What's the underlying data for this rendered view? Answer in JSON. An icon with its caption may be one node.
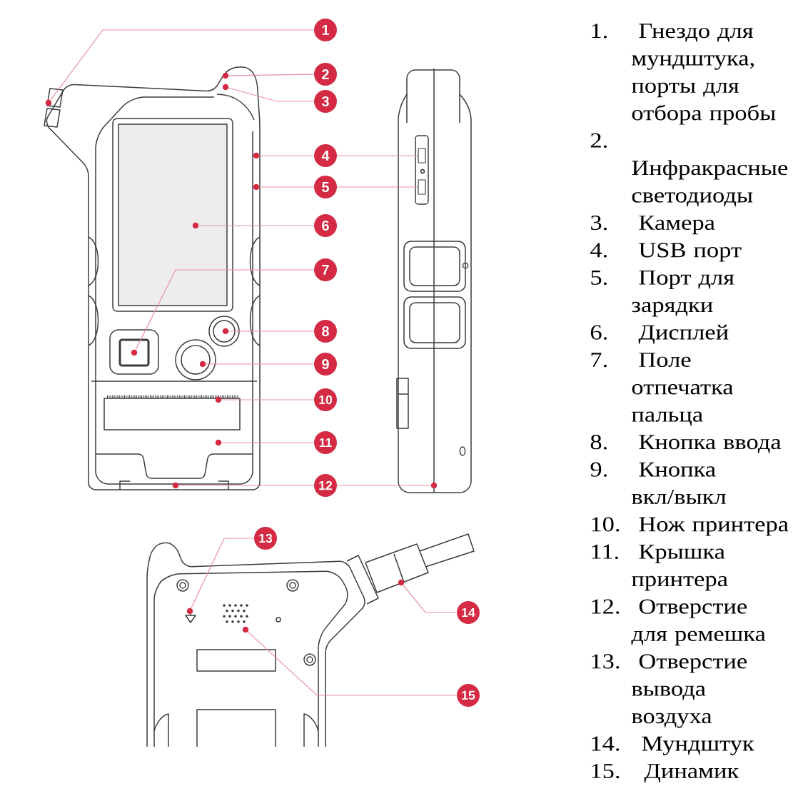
{
  "diagram": {
    "nodes": [
      {
        "text": [
          "1"
        ]
      },
      {
        "text": [
          "2"
        ]
      },
      {
        "text": [
          "3"
        ]
      },
      {
        "text": [
          "4"
        ]
      },
      {
        "text": [
          "5"
        ]
      },
      {
        "text": [
          "6"
        ]
      },
      {
        "text": [
          "7"
        ]
      },
      {
        "text": [
          "8"
        ]
      },
      {
        "text": [
          "9"
        ]
      },
      {
        "text": [
          "10"
        ]
      },
      {
        "text": [
          "11"
        ]
      },
      {
        "text": [
          "12"
        ]
      },
      {
        "text": [
          "13"
        ]
      },
      {
        "text": [
          "14"
        ]
      },
      {
        "text": [
          "15"
        ]
      },
      {
        "text": [],
        "shape": "circle"
      },
      {
        "text": [],
        "shape": "circle"
      },
      {
        "text": [],
        "shape": "circle"
      },
      {
        "text": [],
        "shape": "circle"
      },
      {
        "text": [],
        "shape": "circle"
      },
      {
        "text": [],
        "shape": "circle"
      },
      {
        "text": [],
        "shape": "circle"
      },
      {
        "text": [],
        "shape": "circle"
      },
      {
        "text": [],
        "shape": "circle"
      },
      {
        "text": [],
        "shape": "circle"
      },
      {
        "text": [],
        "shape": "circle"
      },
      {
        "text": [],
        "shape": "circle"
      },
      {
        "text": [],
        "shape": "circle"
      },
      {
        "text": [],
        "shape": "circle"
      },
      {
        "text": [],
        "shape": "circle"
      },
      {
        "text": [],
        "shape": "circle"
      },
      {
        "text": [],
        "shape": "box"
      },
      {
        "text": [],
        "shape": "box"
      }
    ],
    "edges": [
      {
        "from": 0,
        "to": 15,
        "arrow": "none"
      },
      {
        "from": 1,
        "to": 16,
        "arrow": "none"
      },
      {
        "from": 2,
        "to": 17,
        "arrow": "none"
      },
      {
        "from": 3,
        "to": 18,
        "arrow": "none"
      },
      {
        "from": 3,
        "to": 31,
        "arrow": "none"
      },
      {
        "from": 4,
        "to": 19,
        "arrow": "none"
      },
      {
        "from": 4,
        "to": 32,
        "arrow": "none"
      },
      {
        "from": 5,
        "to": 20,
        "arrow": "none"
      },
      {
        "from": 6,
        "to": 21,
        "arrow": "none"
      },
      {
        "from": 7,
        "to": 22,
        "arrow": "none"
      },
      {
        "from": 8,
        "to": 23,
        "arrow": "none"
      },
      {
        "from": 9,
        "to": 24,
        "arrow": "none"
      },
      {
        "from": 10,
        "to": 25,
        "arrow": "none"
      },
      {
        "from": 11,
        "to": 26,
        "arrow": "none"
      },
      {
        "from": 11,
        "to": 27,
        "arrow": "none"
      },
      {
        "from": 12,
        "to": 28,
        "arrow": "none"
      },
      {
        "from": 13,
        "to": 29,
        "arrow": "none"
      },
      {
        "from": 14,
        "to": 30,
        "arrow": "none"
      }
    ],
    "labels": [
      "1.",
      "Гнездо для мундштука, порты для отбора пробы",
      "2.",
      "Инфракрасные светодиоды",
      "3.",
      "Камера",
      "4.",
      "USB порт",
      "5.",
      "Порт для зарядки",
      "6.",
      "Дисплей",
      "7.",
      "Поле отпечатка пальца",
      "8.",
      "Кнопка ввода",
      "9.",
      "Кнопка вкл/выкл",
      "10.",
      "Нож принтера",
      "11.",
      "Крышка принтера",
      "12.",
      "Отверстие для ремешка",
      "13.",
      "Отверстие вывода воздуха",
      "14.",
      "Мундштук",
      "15.",
      "Динамик"
    ]
  }
}
